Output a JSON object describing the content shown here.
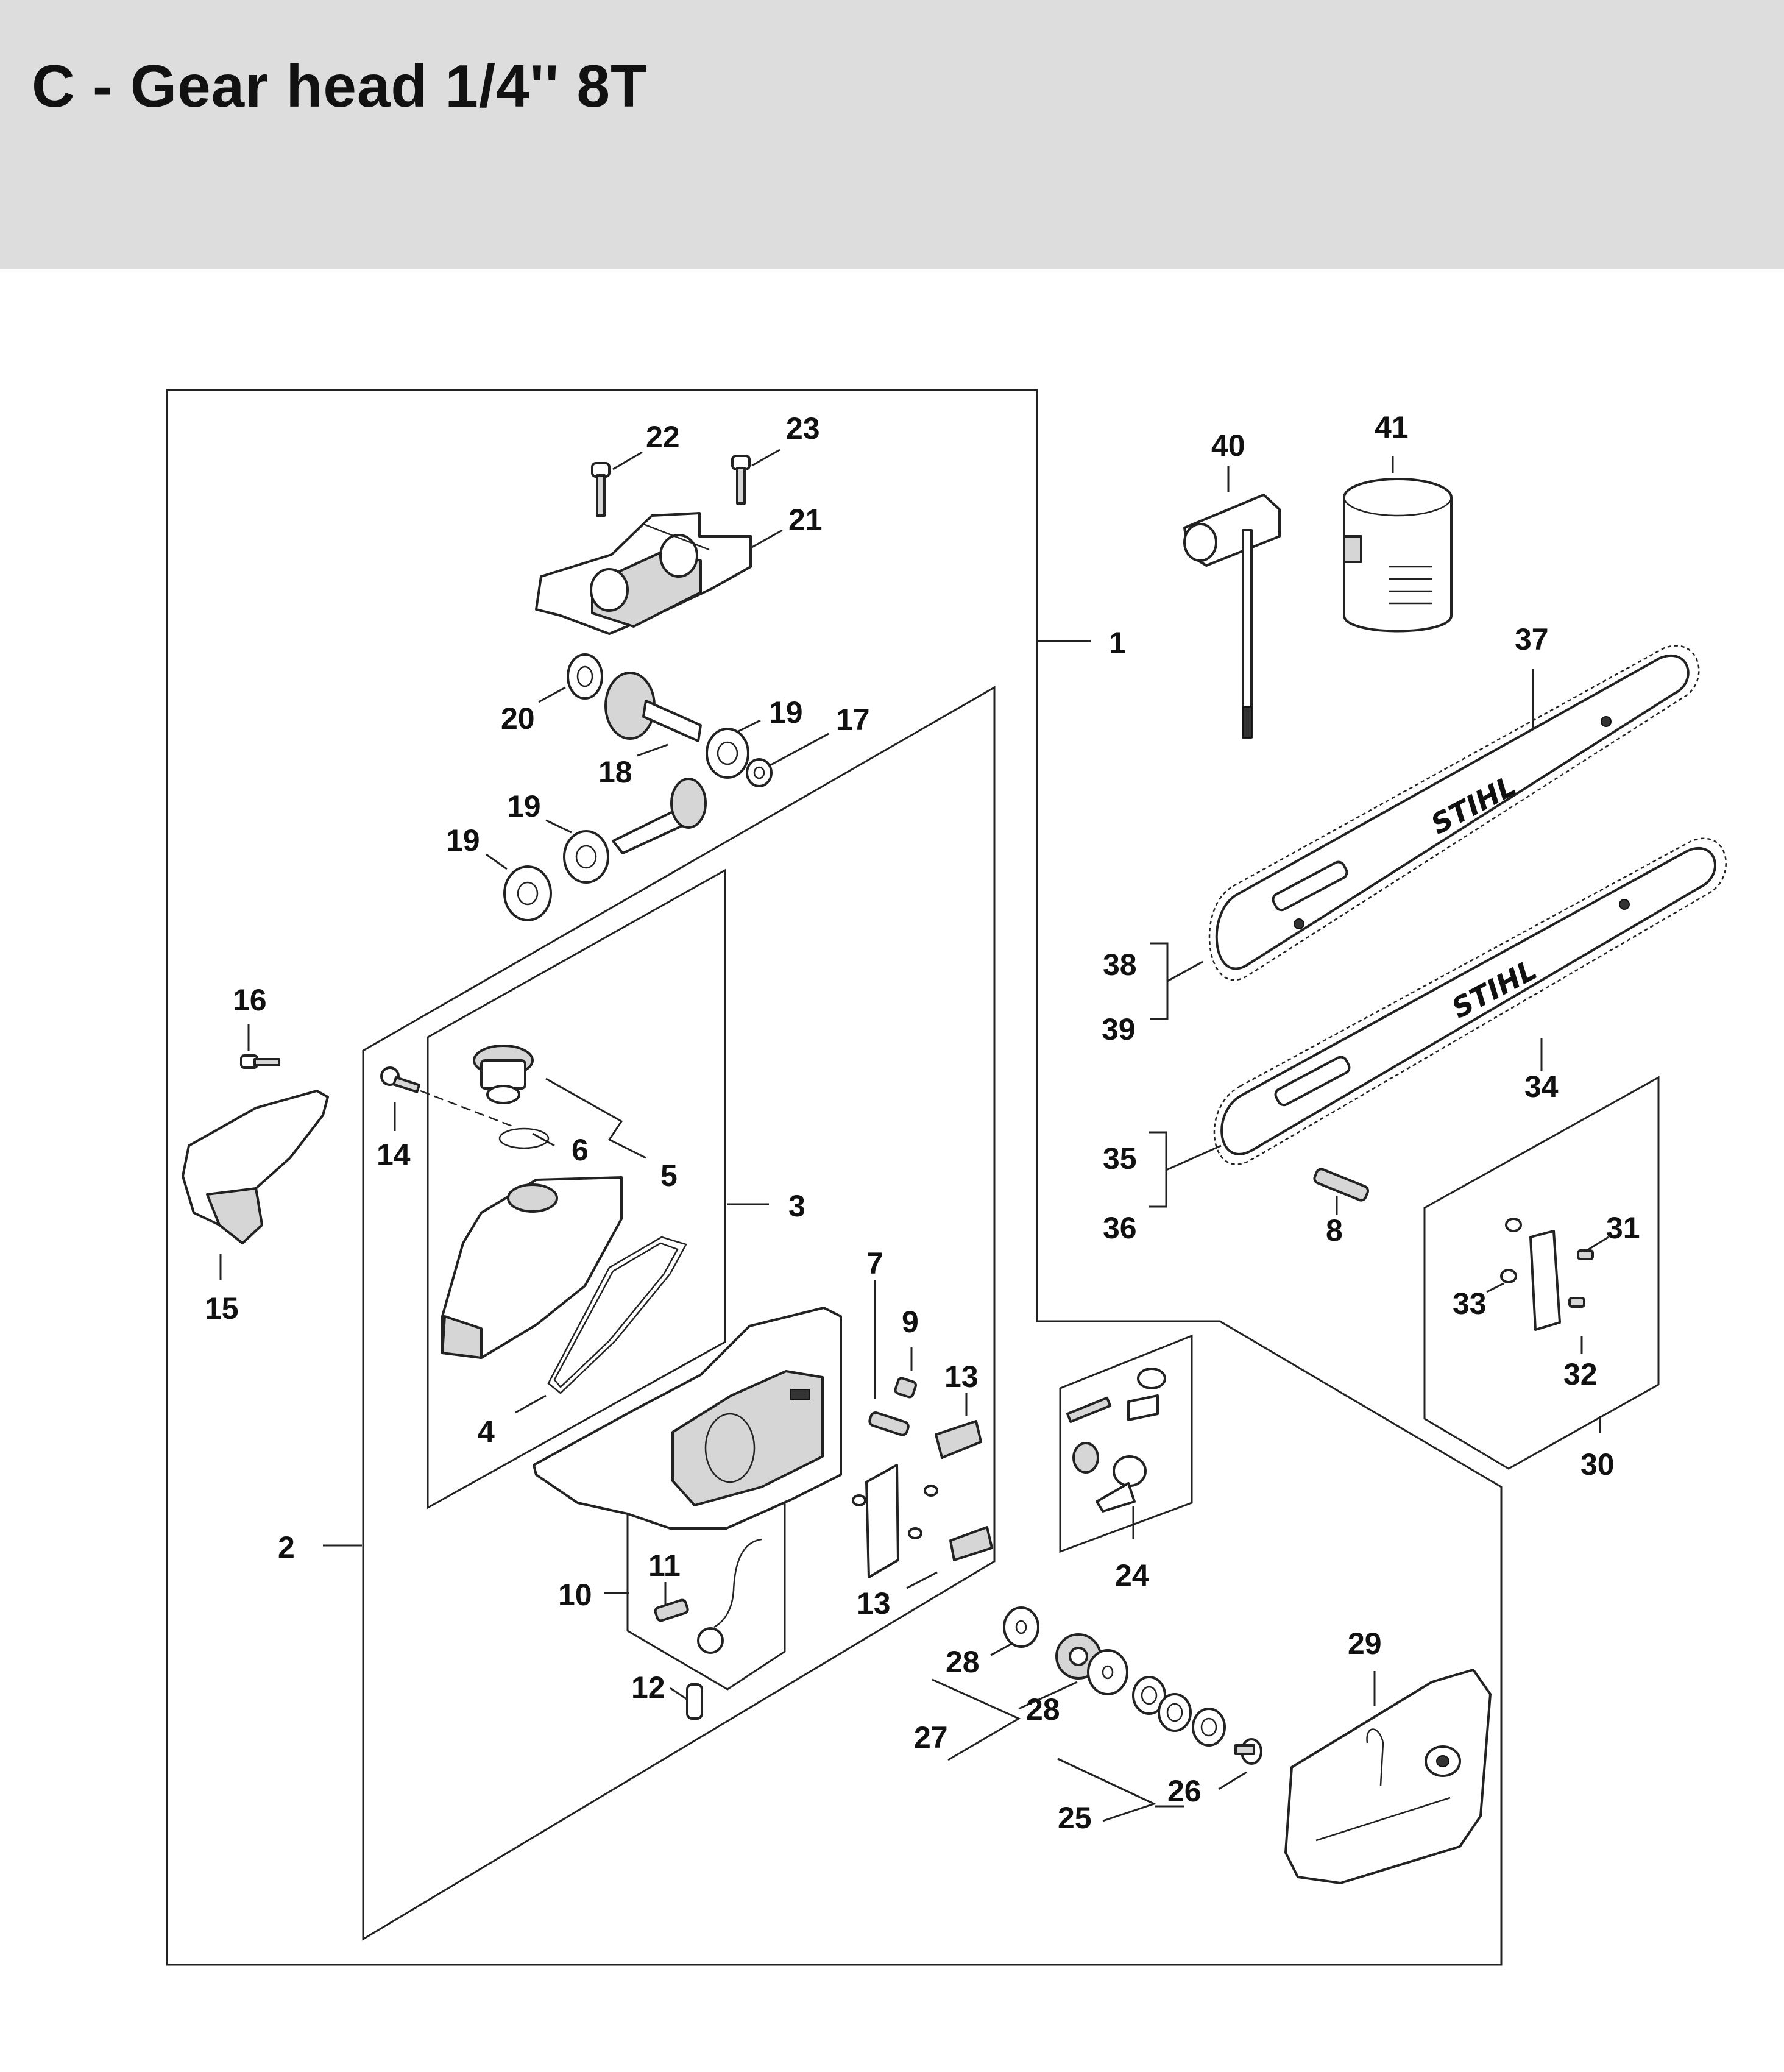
{
  "page": {
    "title": "C - Gear head 1/4'' 8T"
  },
  "diagram": {
    "brand_mark": "STIHL",
    "callouts": [
      {
        "id": "1",
        "text": "1"
      },
      {
        "id": "2",
        "text": "2"
      },
      {
        "id": "3",
        "text": "3"
      },
      {
        "id": "4",
        "text": "4"
      },
      {
        "id": "5",
        "text": "5"
      },
      {
        "id": "6",
        "text": "6"
      },
      {
        "id": "7",
        "text": "7"
      },
      {
        "id": "8",
        "text": "8"
      },
      {
        "id": "9",
        "text": "9"
      },
      {
        "id": "10",
        "text": "10"
      },
      {
        "id": "11",
        "text": "11"
      },
      {
        "id": "12",
        "text": "12"
      },
      {
        "id": "13a",
        "text": "13"
      },
      {
        "id": "13b",
        "text": "13"
      },
      {
        "id": "14",
        "text": "14"
      },
      {
        "id": "15",
        "text": "15"
      },
      {
        "id": "16",
        "text": "16"
      },
      {
        "id": "17",
        "text": "17"
      },
      {
        "id": "18",
        "text": "18"
      },
      {
        "id": "19a",
        "text": "19"
      },
      {
        "id": "19b",
        "text": "19"
      },
      {
        "id": "19c",
        "text": "19"
      },
      {
        "id": "20",
        "text": "20"
      },
      {
        "id": "21",
        "text": "21"
      },
      {
        "id": "22",
        "text": "22"
      },
      {
        "id": "23",
        "text": "23"
      },
      {
        "id": "24",
        "text": "24"
      },
      {
        "id": "25",
        "text": "25"
      },
      {
        "id": "26",
        "text": "26"
      },
      {
        "id": "27",
        "text": "27"
      },
      {
        "id": "28a",
        "text": "28"
      },
      {
        "id": "28b",
        "text": "28"
      },
      {
        "id": "29",
        "text": "29"
      },
      {
        "id": "30",
        "text": "30"
      },
      {
        "id": "31",
        "text": "31"
      },
      {
        "id": "32",
        "text": "32"
      },
      {
        "id": "33",
        "text": "33"
      },
      {
        "id": "34",
        "text": "34"
      },
      {
        "id": "35",
        "text": "35"
      },
      {
        "id": "36",
        "text": "36"
      },
      {
        "id": "37",
        "text": "37"
      },
      {
        "id": "38",
        "text": "38"
      },
      {
        "id": "39",
        "text": "39"
      },
      {
        "id": "40",
        "text": "40"
      },
      {
        "id": "41",
        "text": "41"
      }
    ]
  }
}
